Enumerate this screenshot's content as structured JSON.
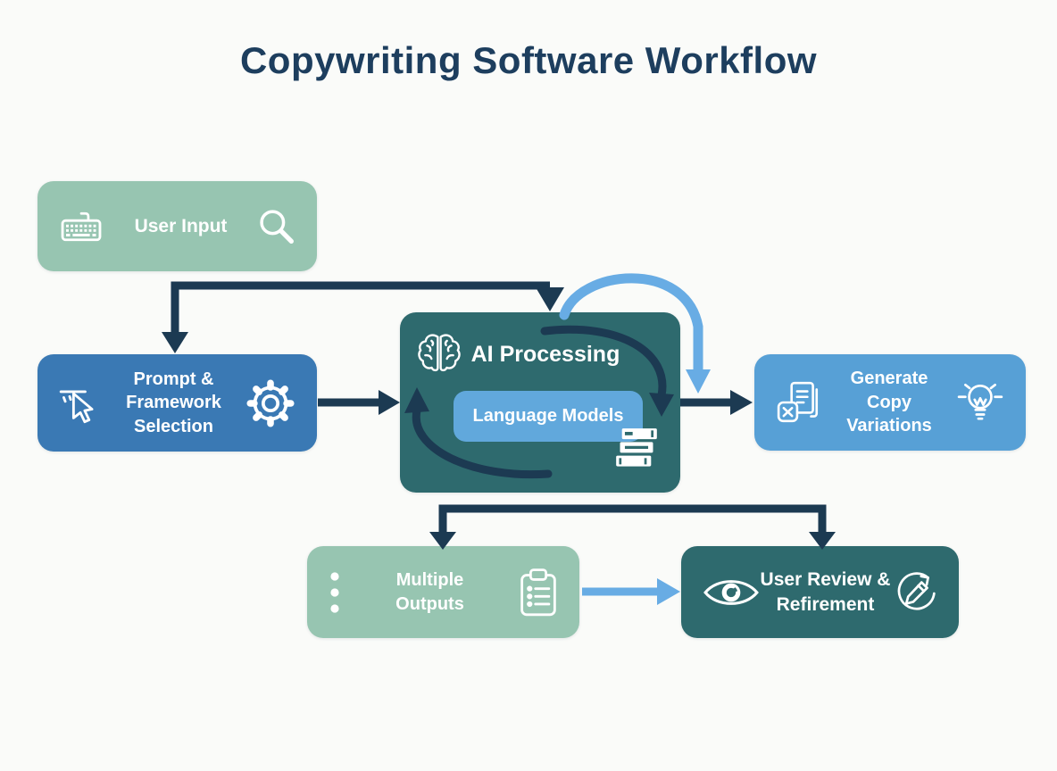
{
  "title": "Copywriting Software Workflow",
  "colors": {
    "background": "#fafbf9",
    "title_text": "#1d3e5e",
    "node_sage": "#97c5b1",
    "node_blue": "#3a79b4",
    "node_teal": "#2e6a6e",
    "node_light_blue": "#57a0d6",
    "inner_box_blue": "#61a8dc",
    "arrow_navy": "#1c3a52",
    "arrow_light_blue": "#68ace4",
    "node_text": "#ffffff"
  },
  "nodes": {
    "user_input": {
      "label": "User Input",
      "left_icon": "keyboard-icon",
      "right_icon": "search-icon"
    },
    "prompt_framework": {
      "label": "Prompt &\nFramework\nSelection",
      "left_icon": "cursor-select-icon",
      "right_icon": "gear-icon"
    },
    "ai_processing": {
      "label": "AI Processing",
      "title_icon": "brain-icon",
      "corner_icon": "books-stack-icon",
      "inner_label": "Language Models"
    },
    "generate_copy": {
      "label": "Generate\nCopy\nVariations",
      "left_icon": "copy-documents-icon",
      "right_icon": "lightbulb-icon"
    },
    "multiple_outputs": {
      "label": "Multiple\nOutputs",
      "left_icon": "vertical-dots-icon",
      "right_icon": "clipboard-checklist-icon"
    },
    "user_review": {
      "label": "User Review &\nRefirement",
      "left_icon": "eye-icon",
      "right_icon": "edit-cycle-icon"
    }
  },
  "connectors": [
    {
      "name": "user-input-to-prompt",
      "color": "#1c3a52"
    },
    {
      "name": "user-input-to-ai-processing",
      "color": "#1c3a52"
    },
    {
      "name": "prompt-to-ai-processing",
      "color": "#1c3a52"
    },
    {
      "name": "ai-processing-to-generate",
      "color": "#1c3a52"
    },
    {
      "name": "ai-feedback-loop",
      "color": "#68ace4"
    },
    {
      "name": "ai-internal-cycle",
      "color": "#1c3a52"
    },
    {
      "name": "down-to-multiple-outputs",
      "color": "#1c3a52"
    },
    {
      "name": "down-to-user-review",
      "color": "#1c3a52"
    },
    {
      "name": "outputs-to-review",
      "color": "#68ace4"
    }
  ]
}
